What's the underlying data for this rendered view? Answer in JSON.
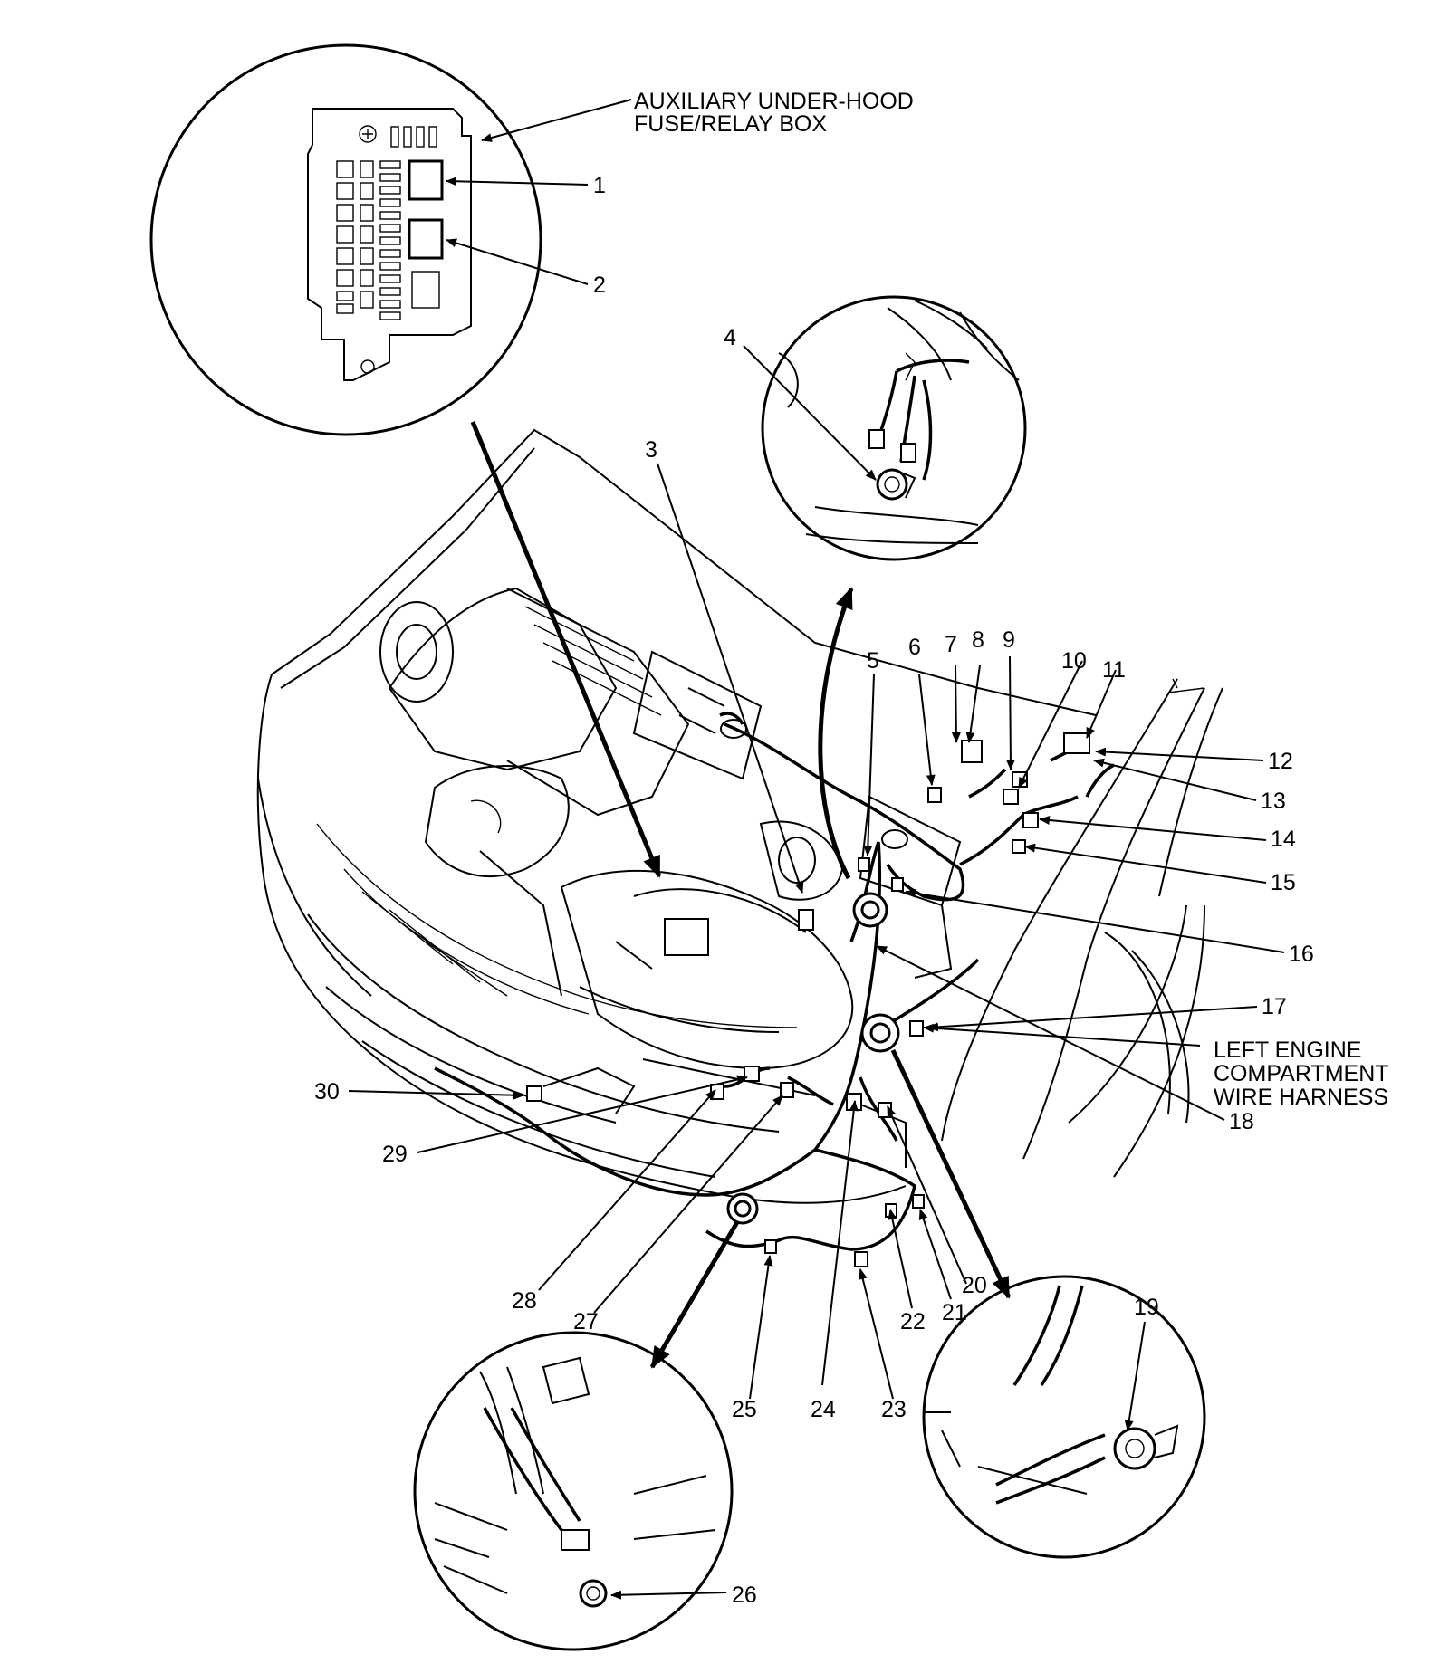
{
  "captions": {
    "fuse_box": [
      "AUXILIARY UNDER-HOOD",
      "FUSE/RELAY BOX"
    ],
    "harness": [
      "LEFT ENGINE",
      "COMPARTMENT",
      "WIRE HARNESS"
    ]
  },
  "callouts": [
    "1",
    "2",
    "3",
    "4",
    "5",
    "6",
    "7",
    "8",
    "9",
    "10",
    "11",
    "12",
    "13",
    "14",
    "15",
    "16",
    "17",
    "18",
    "19",
    "20",
    "21",
    "22",
    "23",
    "24",
    "25",
    "26",
    "27",
    "28",
    "29",
    "30"
  ]
}
